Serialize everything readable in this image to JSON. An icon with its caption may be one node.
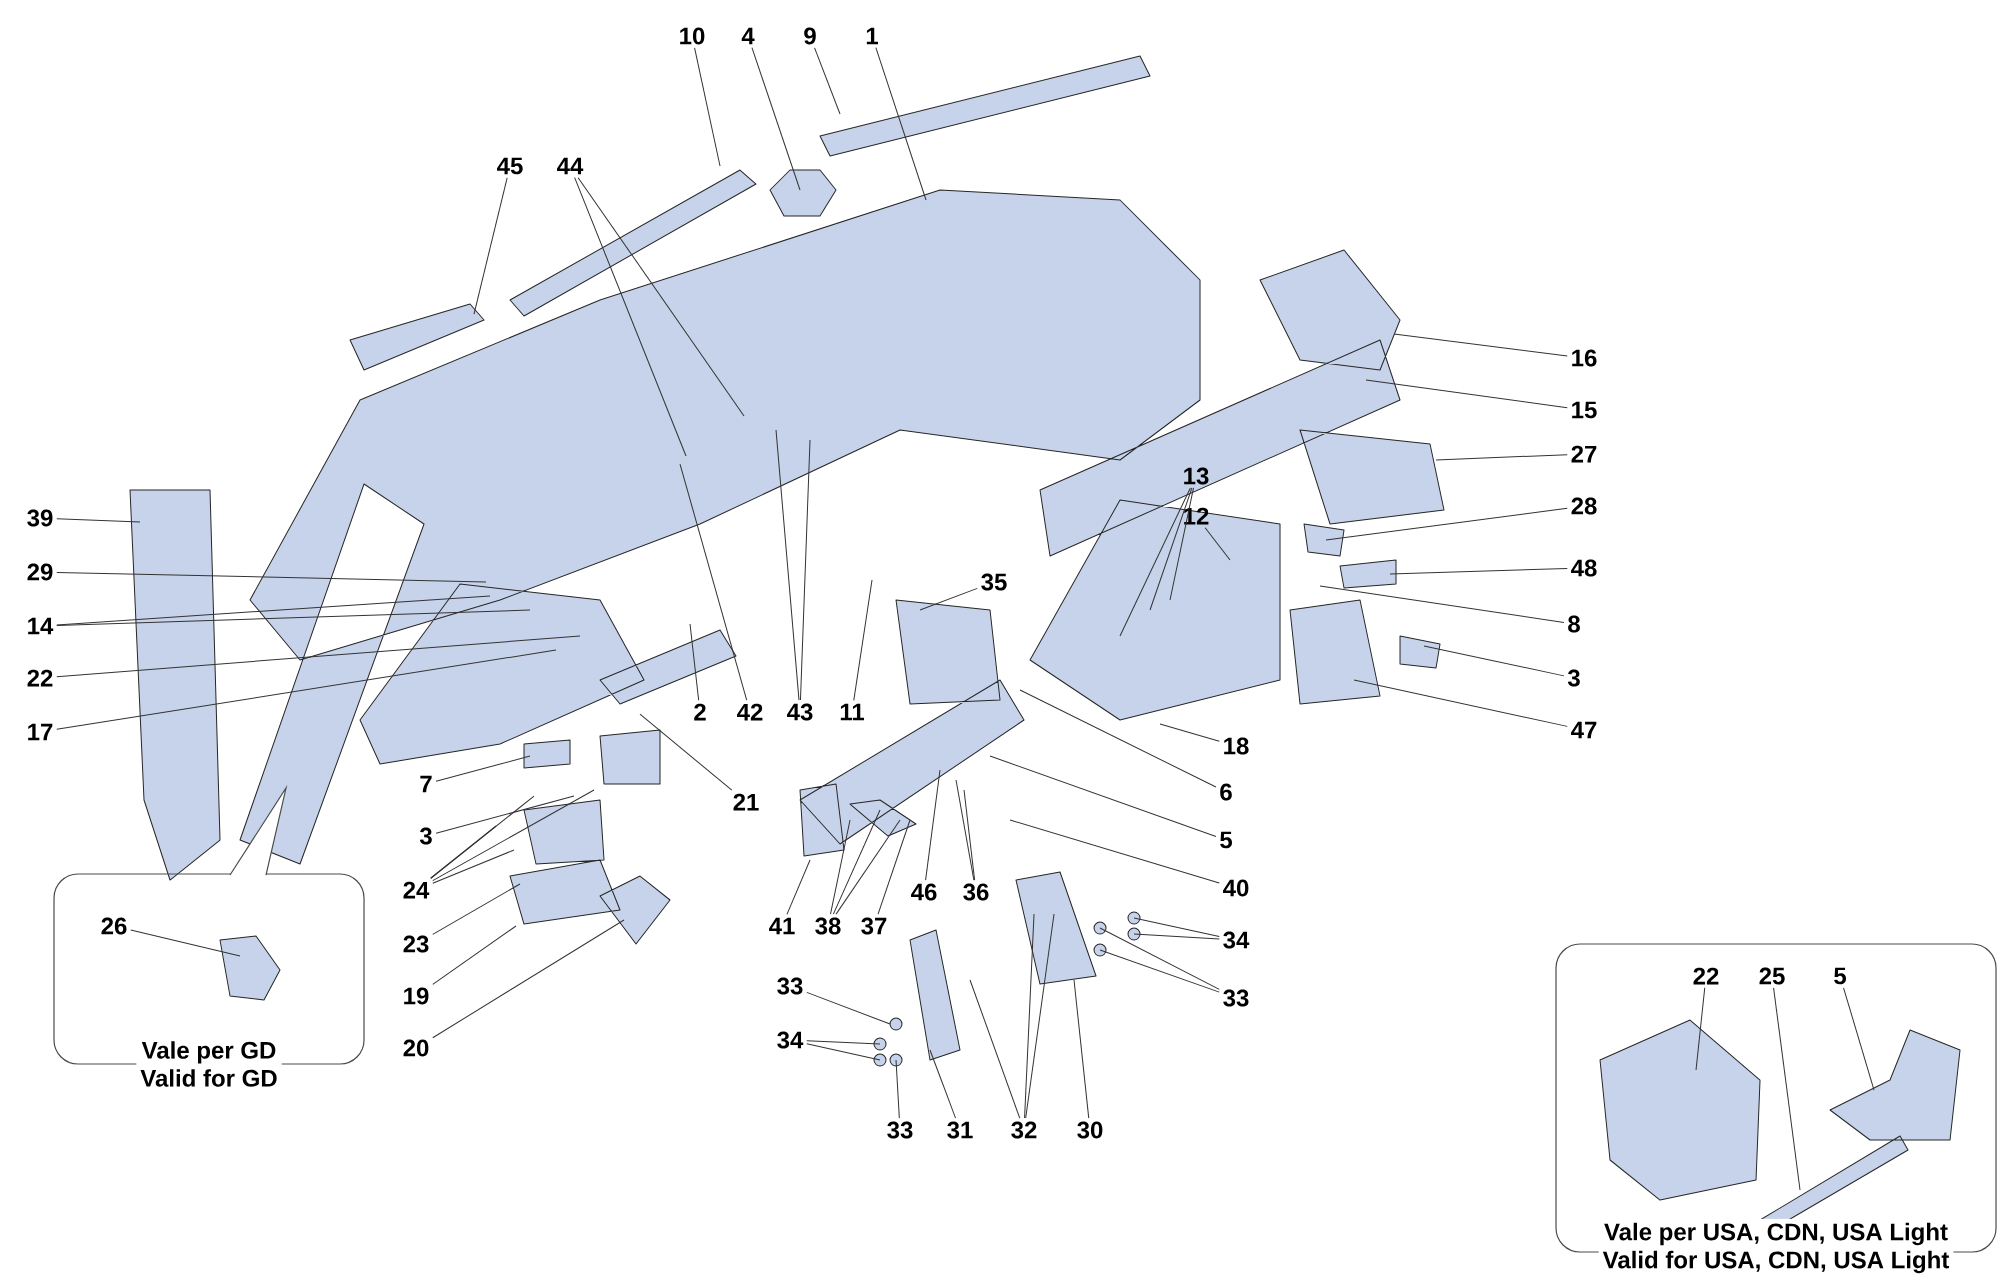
{
  "diagram": {
    "nodes": [
      {
        "text": [
          "Vale per GD",
          "Valid for GD"
        ]
      },
      {
        "text": [
          "Vale per USA, CDN, USA Light",
          "Valid for USA, CDN, USA Light"
        ]
      },
      {
        "text": [
          "10"
        ]
      },
      {
        "text": [
          "4"
        ]
      },
      {
        "text": [
          "9"
        ]
      },
      {
        "text": [
          "1"
        ]
      },
      {
        "text": [
          "45"
        ]
      },
      {
        "text": [
          "44"
        ]
      },
      {
        "text": [
          "39"
        ]
      },
      {
        "text": [
          "29"
        ]
      },
      {
        "text": [
          "14"
        ]
      },
      {
        "text": [
          "22"
        ]
      },
      {
        "text": [
          "17"
        ]
      },
      {
        "text": [
          "7"
        ]
      },
      {
        "text": [
          "3"
        ]
      },
      {
        "text": [
          "24"
        ]
      },
      {
        "text": [
          "23"
        ]
      },
      {
        "text": [
          "19"
        ]
      },
      {
        "text": [
          "20"
        ]
      },
      {
        "text": [
          "2"
        ]
      },
      {
        "text": [
          "42"
        ]
      },
      {
        "text": [
          "43"
        ]
      },
      {
        "text": [
          "11"
        ]
      },
      {
        "text": [
          "21"
        ]
      },
      {
        "text": [
          "35"
        ]
      },
      {
        "text": [
          "13"
        ]
      },
      {
        "text": [
          "12"
        ]
      },
      {
        "text": [
          "16"
        ]
      },
      {
        "text": [
          "15"
        ]
      },
      {
        "text": [
          "27"
        ]
      },
      {
        "text": [
          "28"
        ]
      },
      {
        "text": [
          "48"
        ]
      },
      {
        "text": [
          "8"
        ]
      },
      {
        "text": [
          "3"
        ]
      },
      {
        "text": [
          "47"
        ]
      },
      {
        "text": [
          "18"
        ]
      },
      {
        "text": [
          "6"
        ]
      },
      {
        "text": [
          "5"
        ]
      },
      {
        "text": [
          "40"
        ]
      },
      {
        "text": [
          "34"
        ]
      },
      {
        "text": [
          "33"
        ]
      },
      {
        "text": [
          "41"
        ]
      },
      {
        "text": [
          "38"
        ]
      },
      {
        "text": [
          "37"
        ]
      },
      {
        "text": [
          "46"
        ]
      },
      {
        "text": [
          "36"
        ]
      },
      {
        "text": [
          "33"
        ]
      },
      {
        "text": [
          "34"
        ]
      },
      {
        "text": [
          "33"
        ]
      },
      {
        "text": [
          "31"
        ]
      },
      {
        "text": [
          "32"
        ]
      },
      {
        "text": [
          "30"
        ]
      },
      {
        "text": [
          "26"
        ],
        "in": 0
      },
      {
        "text": [
          "22"
        ],
        "in": 1
      },
      {
        "text": [
          "25"
        ],
        "in": 1
      },
      {
        "text": [
          "5"
        ],
        "in": 1
      }
    ],
    "edges": [
      {
        "from": 2,
        "to": null,
        "arrow": "none"
      },
      {
        "from": 3,
        "to": null,
        "arrow": "none"
      },
      {
        "from": 4,
        "to": null,
        "arrow": "none"
      },
      {
        "from": 5,
        "to": null,
        "arrow": "none"
      },
      {
        "from": 6,
        "to": null,
        "arrow": "none"
      },
      {
        "from": 7,
        "to": null,
        "arrow": "none"
      },
      {
        "from": 7,
        "to": null,
        "arrow": "none"
      },
      {
        "from": 8,
        "to": null,
        "arrow": "none"
      },
      {
        "from": 9,
        "to": null,
        "arrow": "none"
      },
      {
        "from": 10,
        "to": null,
        "arrow": "none"
      },
      {
        "from": 10,
        "to": null,
        "arrow": "none"
      },
      {
        "from": 11,
        "to": null,
        "arrow": "none"
      },
      {
        "from": 12,
        "to": null,
        "arrow": "none"
      },
      {
        "from": 13,
        "to": null,
        "arrow": "none"
      },
      {
        "from": 14,
        "to": null,
        "arrow": "none"
      },
      {
        "from": 15,
        "to": null,
        "arrow": "none"
      },
      {
        "from": 15,
        "to": null,
        "arrow": "none"
      },
      {
        "from": 15,
        "to": null,
        "arrow": "none"
      },
      {
        "from": 15,
        "to": null,
        "arrow": "none"
      },
      {
        "from": 16,
        "to": null,
        "arrow": "none"
      },
      {
        "from": 17,
        "to": null,
        "arrow": "none"
      },
      {
        "from": 18,
        "to": null,
        "arrow": "none"
      },
      {
        "from": 19,
        "to": null,
        "arrow": "none"
      },
      {
        "from": 20,
        "to": null,
        "arrow": "none"
      },
      {
        "from": 21,
        "to": null,
        "arrow": "none"
      },
      {
        "from": 21,
        "to": null,
        "arrow": "none"
      },
      {
        "from": 22,
        "to": null,
        "arrow": "none"
      },
      {
        "from": 23,
        "to": null,
        "arrow": "none"
      },
      {
        "from": 24,
        "to": null,
        "arrow": "none"
      },
      {
        "from": 25,
        "to": null,
        "arrow": "none"
      },
      {
        "from": 25,
        "to": null,
        "arrow": "none"
      },
      {
        "from": 25,
        "to": null,
        "arrow": "none"
      },
      {
        "from": 26,
        "to": null,
        "arrow": "none"
      },
      {
        "from": 27,
        "to": null,
        "arrow": "none"
      },
      {
        "from": 28,
        "to": null,
        "arrow": "none"
      },
      {
        "from": 29,
        "to": null,
        "arrow": "none"
      },
      {
        "from": 30,
        "to": null,
        "arrow": "none"
      },
      {
        "from": 31,
        "to": null,
        "arrow": "none"
      },
      {
        "from": 32,
        "to": null,
        "arrow": "none"
      },
      {
        "from": 33,
        "to": null,
        "arrow": "none"
      },
      {
        "from": 34,
        "to": null,
        "arrow": "none"
      },
      {
        "from": 35,
        "to": null,
        "arrow": "none"
      },
      {
        "from": 36,
        "to": null,
        "arrow": "none"
      },
      {
        "from": 37,
        "to": null,
        "arrow": "none"
      },
      {
        "from": 38,
        "to": null,
        "arrow": "none"
      },
      {
        "from": 39,
        "to": null,
        "arrow": "none"
      },
      {
        "from": 39,
        "to": null,
        "arrow": "none"
      },
      {
        "from": 40,
        "to": null,
        "arrow": "none"
      },
      {
        "from": 40,
        "to": null,
        "arrow": "none"
      },
      {
        "from": 41,
        "to": null,
        "arrow": "none"
      },
      {
        "from": 42,
        "to": null,
        "arrow": "none"
      },
      {
        "from": 42,
        "to": null,
        "arrow": "none"
      },
      {
        "from": 42,
        "to": null,
        "arrow": "none"
      },
      {
        "from": 43,
        "to": null,
        "arrow": "none"
      },
      {
        "from": 44,
        "to": null,
        "arrow": "none"
      },
      {
        "from": 45,
        "to": null,
        "arrow": "none"
      },
      {
        "from": 45,
        "to": null,
        "arrow": "none"
      },
      {
        "from": 46,
        "to": null,
        "arrow": "none"
      },
      {
        "from": 47,
        "to": null,
        "arrow": "none"
      },
      {
        "from": 47,
        "to": null,
        "arrow": "none"
      },
      {
        "from": 48,
        "to": null,
        "arrow": "none"
      },
      {
        "from": 49,
        "to": null,
        "arrow": "none"
      },
      {
        "from": 50,
        "to": null,
        "arrow": "none"
      },
      {
        "from": 50,
        "to": null,
        "arrow": "none"
      },
      {
        "from": 50,
        "to": null,
        "arrow": "none"
      },
      {
        "from": 51,
        "to": null,
        "arrow": "none"
      },
      {
        "from": 52,
        "to": null,
        "arrow": "none"
      },
      {
        "from": 53,
        "to": null,
        "arrow": "none"
      },
      {
        "from": 54,
        "to": null,
        "arrow": "none"
      },
      {
        "from": 55,
        "to": null,
        "arrow": "none"
      }
    ]
  }
}
